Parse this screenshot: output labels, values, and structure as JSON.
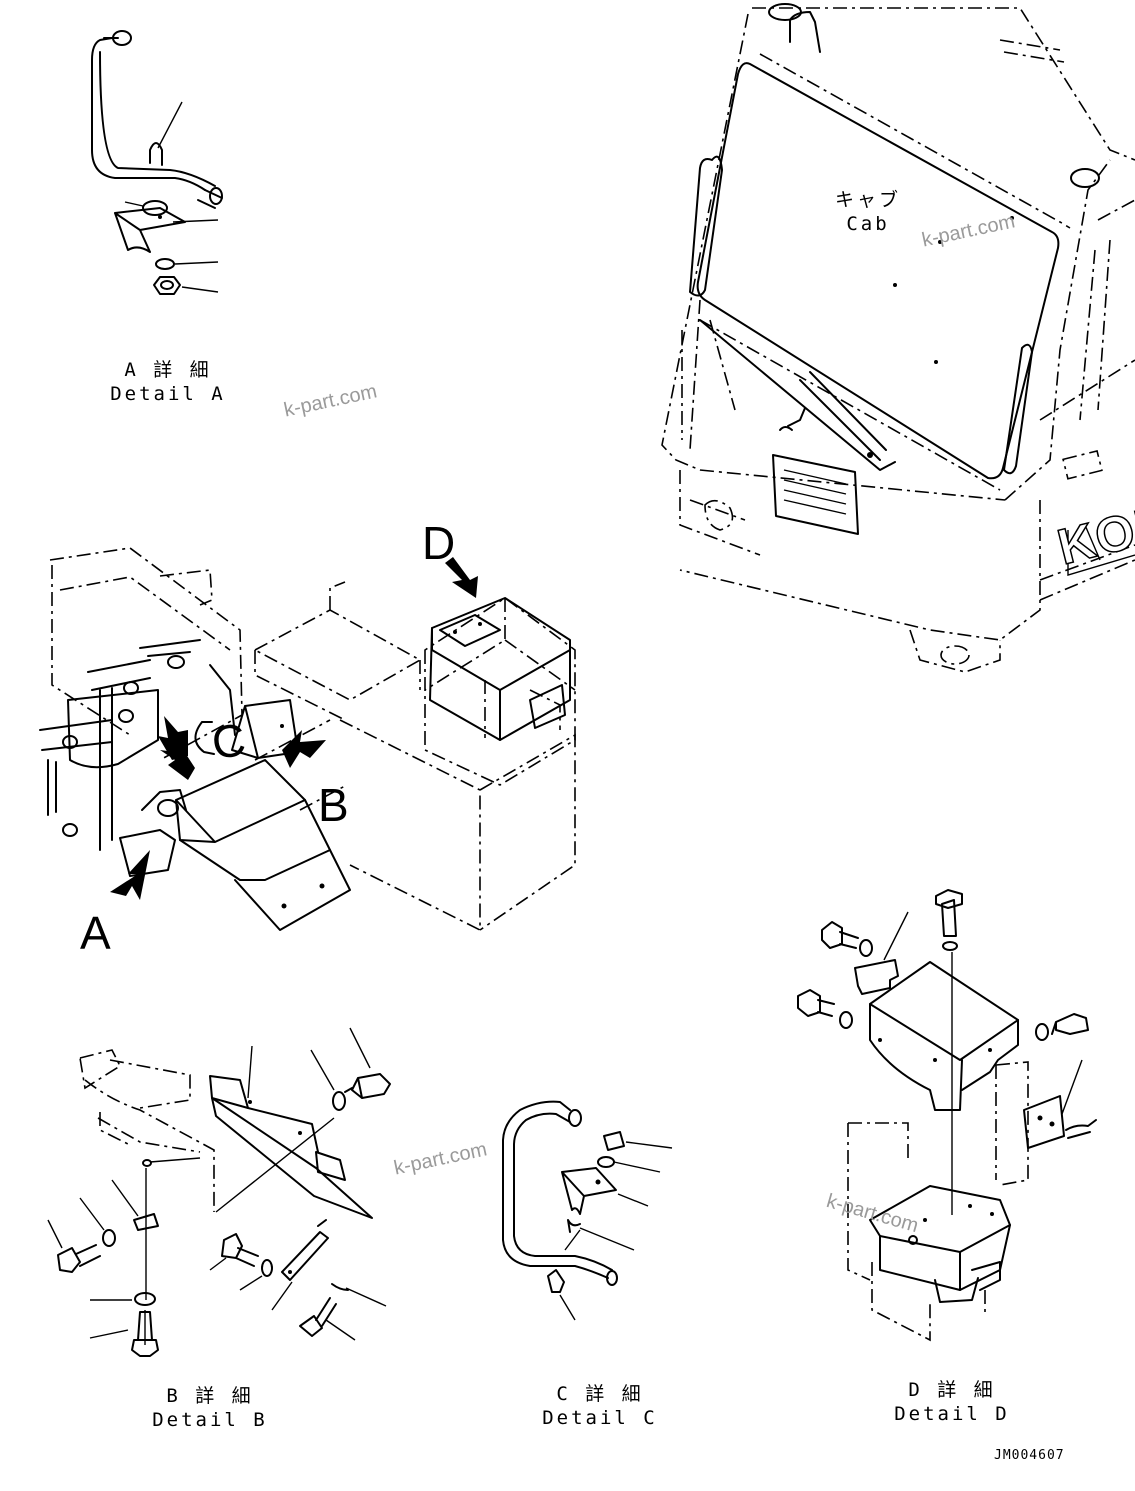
{
  "cab": {
    "jp": "キャブ",
    "en": "Cab"
  },
  "details": {
    "a": {
      "jp": "A 詳 細",
      "en": "Detail A"
    },
    "b": {
      "jp": "B 詳 細",
      "en": "Detail B"
    },
    "c": {
      "jp": "C 詳 細",
      "en": "Detail C"
    },
    "d": {
      "jp": "D 詳 細",
      "en": "Detail D"
    }
  },
  "view_letters": {
    "a": "A",
    "b": "B",
    "c": "C",
    "d": "D"
  },
  "brand_on_cab": "KOM",
  "watermark": "k-part.com",
  "drawing_code": "JM004607"
}
